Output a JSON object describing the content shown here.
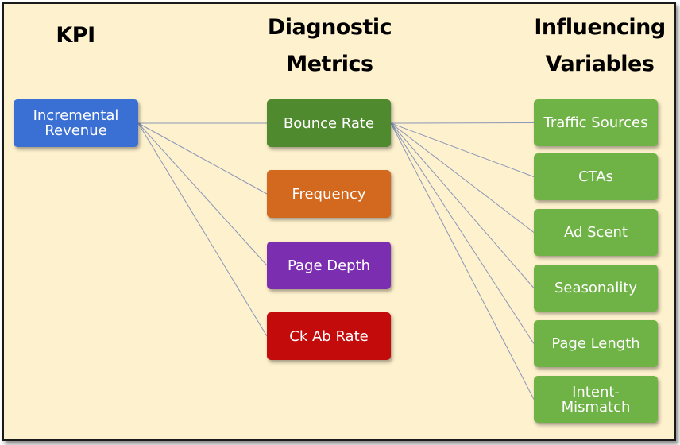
{
  "headers": {
    "kpi": "KPI",
    "diagnostic": "Diagnostic\nMetrics",
    "influencing": "Influencing\nVariables"
  },
  "kpi": {
    "label": "Incremental\nRevenue",
    "color": "#3a6fd4"
  },
  "metrics": [
    {
      "label": "Bounce Rate",
      "color": "#4f8a2f"
    },
    {
      "label": "Frequency",
      "color": "#d2691e"
    },
    {
      "label": "Page Depth",
      "color": "#7b2fb0"
    },
    {
      "label": "Ck Ab Rate",
      "color": "#c40b0b"
    }
  ],
  "variables": [
    {
      "label": "Traffic Sources",
      "color": "#6fb246"
    },
    {
      "label": "CTAs",
      "color": "#6fb246"
    },
    {
      "label": "Ad Scent",
      "color": "#6fb246"
    },
    {
      "label": "Seasonality",
      "color": "#6fb246"
    },
    {
      "label": "Page Length",
      "color": "#6fb246"
    },
    {
      "label": "Intent-\nMismatch",
      "color": "#6fb246"
    }
  ],
  "connector_color": "#8a96b8"
}
